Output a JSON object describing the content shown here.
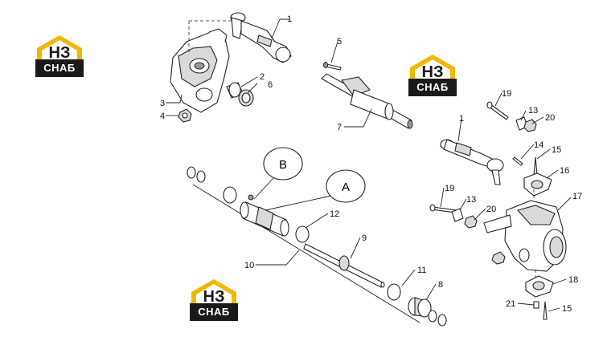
{
  "logos": [
    {
      "mark": "НЗ",
      "text": "СНАБ"
    },
    {
      "mark": "НЗ",
      "text": "СНАБ"
    },
    {
      "mark": "НЗ",
      "text": "СНАБ"
    }
  ],
  "brand_color": "#f2b705",
  "callouts": {
    "c1a": "1",
    "c2": "2",
    "c3": "3",
    "c4": "4",
    "c5": "5",
    "c6": "6",
    "c7": "7",
    "c19a": "19",
    "c13a": "13",
    "c20a": "20",
    "c1b": "1",
    "c14": "14",
    "c15a": "15",
    "c16": "16",
    "c17": "17",
    "c19b": "19",
    "c13b": "13",
    "c20b": "20",
    "c12": "12",
    "c9": "9",
    "c10": "10",
    "c11": "11",
    "c8": "8",
    "c18": "18",
    "c21": "21",
    "c15b": "15"
  },
  "bubbles": {
    "b": "B",
    "a": "A"
  }
}
